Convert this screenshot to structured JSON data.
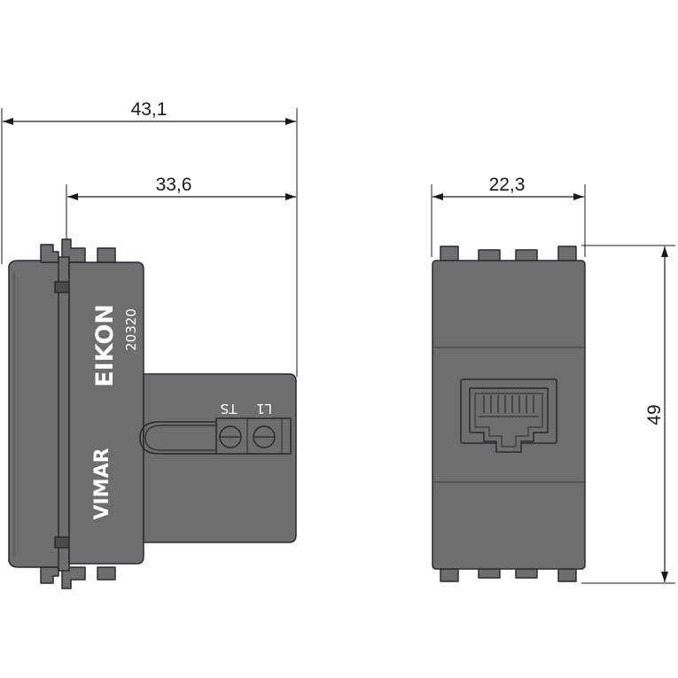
{
  "dimensions": {
    "overall_depth": "43,1",
    "body_depth": "33,6",
    "width": "22,3",
    "height": "49"
  },
  "side_view": {
    "brand_series": "EIKON",
    "article_code": "20320",
    "manufacturer": "VIMAR",
    "terminal_labels": [
      "L1",
      "TS"
    ]
  },
  "colors": {
    "body": "#6e6e70",
    "body_dark": "#4a4a4c",
    "outline": "#2a2a2a",
    "dim_line": "#1a1a1a",
    "background": "#ffffff"
  }
}
